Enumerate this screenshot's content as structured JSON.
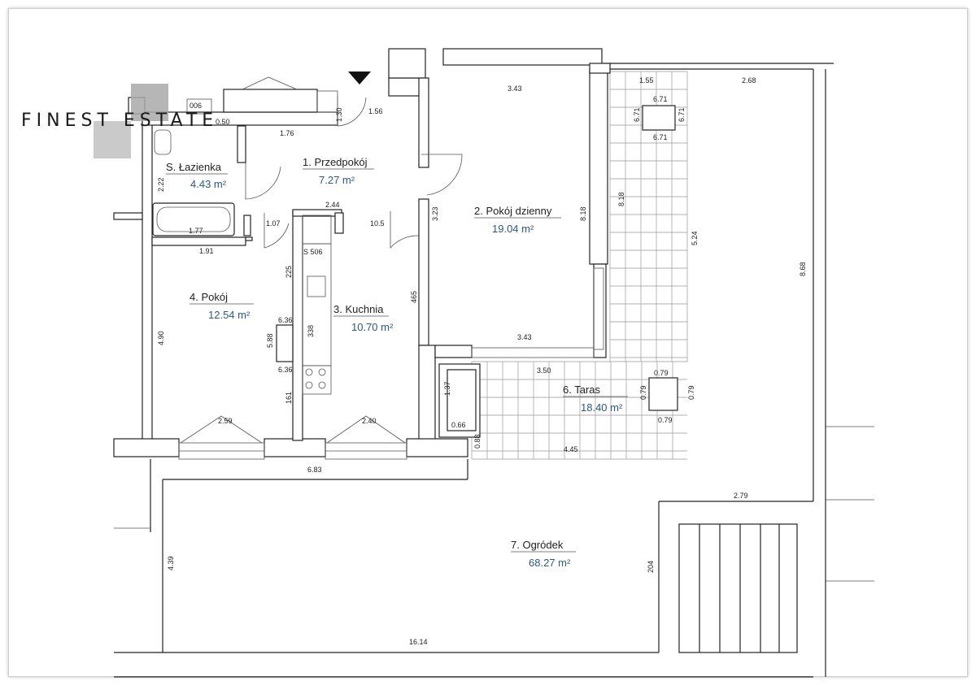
{
  "brand": {
    "logo_text": "FINEST ESTATE"
  },
  "rooms": [
    {
      "id": "przedpokoj",
      "label": "1. Przedpokój",
      "area": "7.27 m²"
    },
    {
      "id": "pokoj-dzienny",
      "label": "2. Pokój dzienny",
      "area": "19.04 m²"
    },
    {
      "id": "kuchnia",
      "label": "3. Kuchnia",
      "area": "10.70 m²"
    },
    {
      "id": "pokoj",
      "label": "4. Pokój",
      "area": "12.54 m²"
    },
    {
      "id": "lazienka",
      "label": "S. Łazienka",
      "area": "4.43 m²"
    },
    {
      "id": "taras",
      "label": "6. Taras",
      "area": "18.40 m²"
    },
    {
      "id": "ogrodek",
      "label": "7. Ogródek",
      "area": "68.27 m²"
    }
  ],
  "dimensions": {
    "d_343_top": "3.43",
    "d_343_bottom": "3.43",
    "d_155": "1.55",
    "d_268": "2.68",
    "d_671_top": "6.71",
    "d_671_bottom": "6.71",
    "d_671_l": "6.71",
    "d_671_r": "6.71",
    "d_156": "1.56",
    "d_130": "1.30",
    "d_176": "1.76",
    "d_050": "0.50",
    "d_006": "006",
    "d_222": "2.22",
    "d_177": "1.77",
    "d_191": "1.91",
    "d_244": "2.44",
    "d_107": "1.07",
    "d_105": "10.5",
    "d_323": "3.23",
    "d_818": "8.18",
    "d_818b": "8.18",
    "d_524": "5.24",
    "d_868": "8.68",
    "d_s506": "S 506",
    "d_225": "225",
    "d_636a": "6.36",
    "d_636b": "6.36",
    "d_588": "5.88",
    "d_338": "338",
    "d_465": "465",
    "d_490": "4.90",
    "d_161": "161",
    "d_350": "3.50",
    "d_137": "1.37",
    "d_066": "0.66",
    "d_088": "0.88",
    "d_445": "4.45",
    "d_079_t": "0.79",
    "d_079_b": "0.79",
    "d_079_l": "0.79",
    "d_079_r": "0.79",
    "d_259": "2.59",
    "d_240": "2.40",
    "d_683": "6.83",
    "d_279": "2.79",
    "d_439": "4.39",
    "d_204": "204",
    "d_1614": "16.14"
  }
}
